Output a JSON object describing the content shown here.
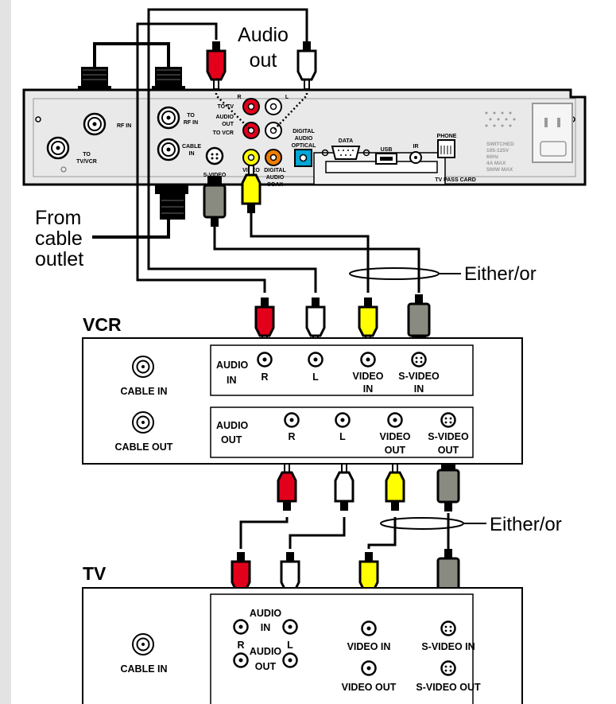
{
  "callouts": {
    "audio_out_1": "Audio",
    "audio_out_2": "out",
    "from_1": "From",
    "from_2": "cable",
    "from_3": "outlet",
    "either_or_top": "Either/or",
    "either_or_bottom": "Either/or"
  },
  "receiver": {
    "rf_in": "RF IN",
    "to_tv_vcr_1": "TO",
    "to_tv_vcr_2": "TV/VCR",
    "to_rf_in_1": "TO",
    "to_rf_in_2": "RF IN",
    "cable_in_1": "CABLE",
    "cable_in_2": "IN",
    "r": "R",
    "l": "L",
    "to_tv": "TO TV",
    "audio": "AUDIO",
    "out": "OUT",
    "to_vcr": "TO VCR",
    "svideo": "S-VIDEO",
    "video": "VIDEO",
    "digital_coax_1": "DIGITAL",
    "digital_coax_2": "AUDIO",
    "digital_coax_3": "COAX",
    "digital_optical_1": "DIGITAL",
    "digital_optical_2": "AUDIO",
    "digital_optical_3": "OPTICAL",
    "data": "DATA",
    "usb": "USB",
    "ir": "IR",
    "phone": "PHONE",
    "tv_pass_card": "TV PASS CARD",
    "switched_1": "SWITCHED",
    "switched_2": "105-125V",
    "switched_3": "60Hz",
    "switched_4": "4A MAX",
    "switched_5": "500W MAX"
  },
  "vcr": {
    "title": "VCR",
    "cable_in": "CABLE IN",
    "cable_out": "CABLE OUT",
    "audio_in_1": "AUDIO",
    "audio_in_2": "IN",
    "audio_out_1": "AUDIO",
    "audio_out_2": "OUT",
    "r": "R",
    "l": "L",
    "video_in_1": "VIDEO",
    "video_in_2": "IN",
    "svideo_in_1": "S-VIDEO",
    "svideo_in_2": "IN",
    "video_out_1": "VIDEO",
    "video_out_2": "OUT",
    "svideo_out_1": "S-VIDEO",
    "svideo_out_2": "OUT"
  },
  "tv": {
    "title": "TV",
    "cable_in": "CABLE IN",
    "audio": "AUDIO",
    "in": "IN",
    "out": "OUT",
    "r": "R",
    "l": "L",
    "video_in": "VIDEO IN",
    "video_out": "VIDEO OUT",
    "svideo_in": "S-VIDEO IN",
    "svideo_out": "S-VIDEO OUT"
  },
  "colors": {
    "red": "#e3001b",
    "yellow": "#ffff00",
    "white": "#ffffff",
    "gray": "#8a8b80",
    "blue": "#00a6d6",
    "orange": "#ef7d00",
    "panel": "#e8e8e8"
  }
}
